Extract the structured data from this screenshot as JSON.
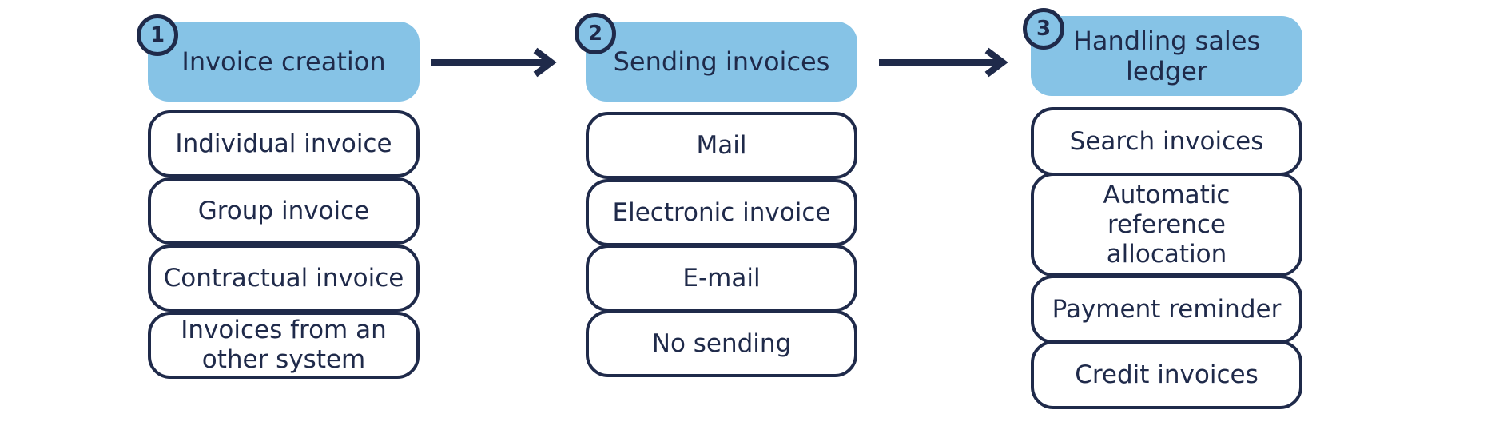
{
  "steps": [
    {
      "number": "1",
      "title": "Invoice creation",
      "items": [
        "Individual invoice",
        "Group invoice",
        "Contractual invoice",
        "Invoices from an other system"
      ]
    },
    {
      "number": "2",
      "title": "Sending invoices",
      "items": [
        "Mail",
        "Electronic invoice",
        "E-mail",
        "No sending"
      ]
    },
    {
      "number": "3",
      "title": "Handling sales ledger",
      "items": [
        "Search invoices",
        "Automatic reference allocation",
        "Payment reminder",
        "Credit invoices"
      ]
    }
  ],
  "colors": {
    "header_fill": "#86c3e6",
    "outline": "#1f2a4a",
    "text": "#1f2a4a",
    "background": "#ffffff"
  }
}
